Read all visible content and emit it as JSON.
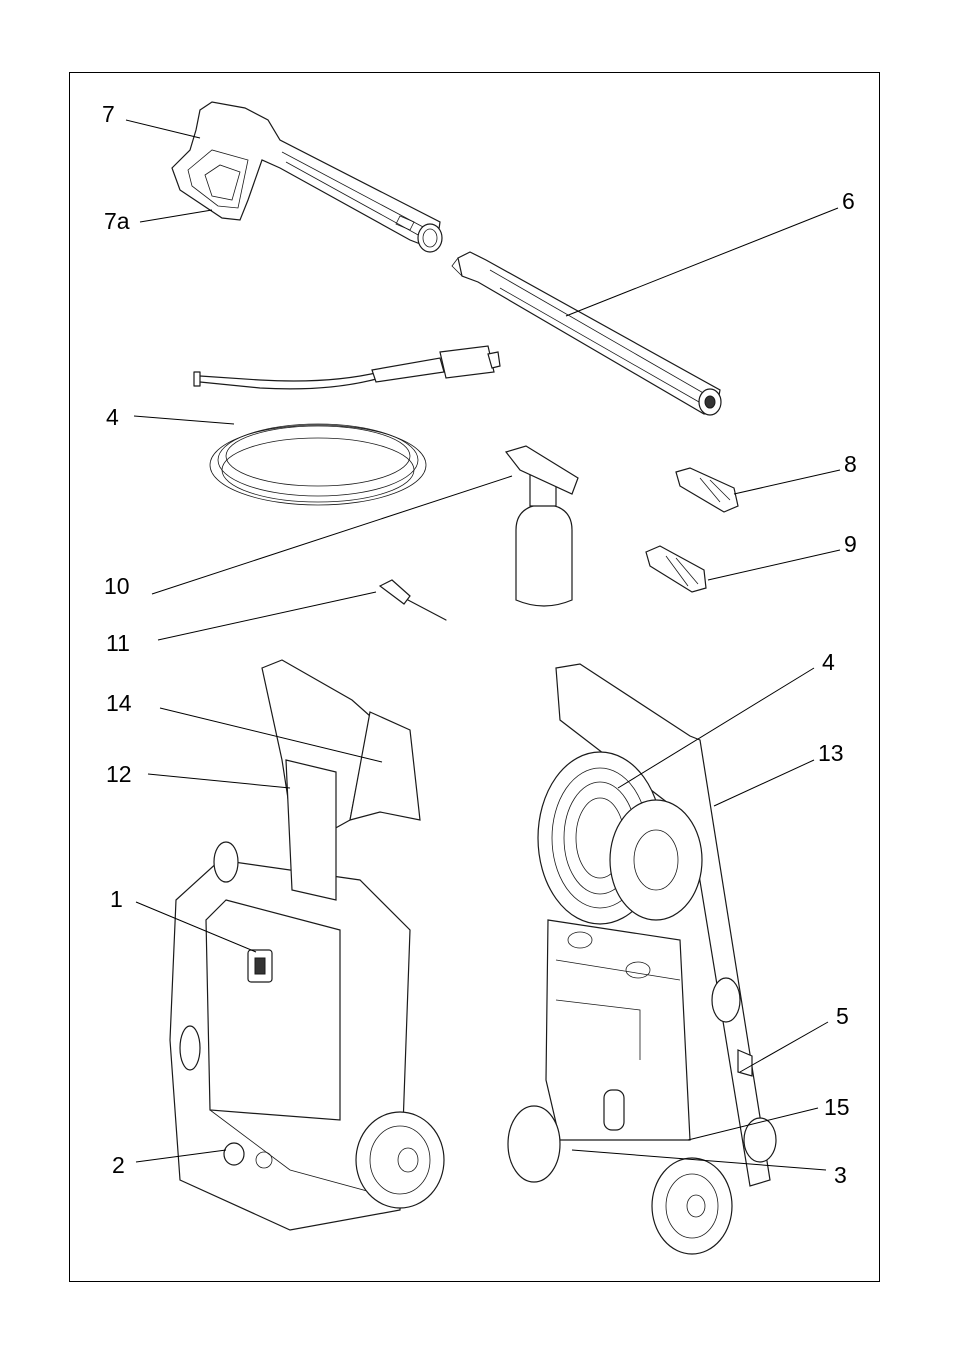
{
  "callouts": [
    {
      "id": "c7",
      "text": "7"
    },
    {
      "id": "c7a",
      "text": "7a"
    },
    {
      "id": "c6",
      "text": "6"
    },
    {
      "id": "c4a",
      "text": "4"
    },
    {
      "id": "c8",
      "text": "8"
    },
    {
      "id": "c9",
      "text": "9"
    },
    {
      "id": "c10",
      "text": "10"
    },
    {
      "id": "c11",
      "text": "11"
    },
    {
      "id": "c4b",
      "text": "4"
    },
    {
      "id": "c14",
      "text": "14"
    },
    {
      "id": "c12",
      "text": "12"
    },
    {
      "id": "c13",
      "text": "13"
    },
    {
      "id": "c1",
      "text": "1"
    },
    {
      "id": "c5",
      "text": "5"
    },
    {
      "id": "c15",
      "text": "15"
    },
    {
      "id": "c2",
      "text": "2"
    },
    {
      "id": "c3",
      "text": "3"
    }
  ]
}
